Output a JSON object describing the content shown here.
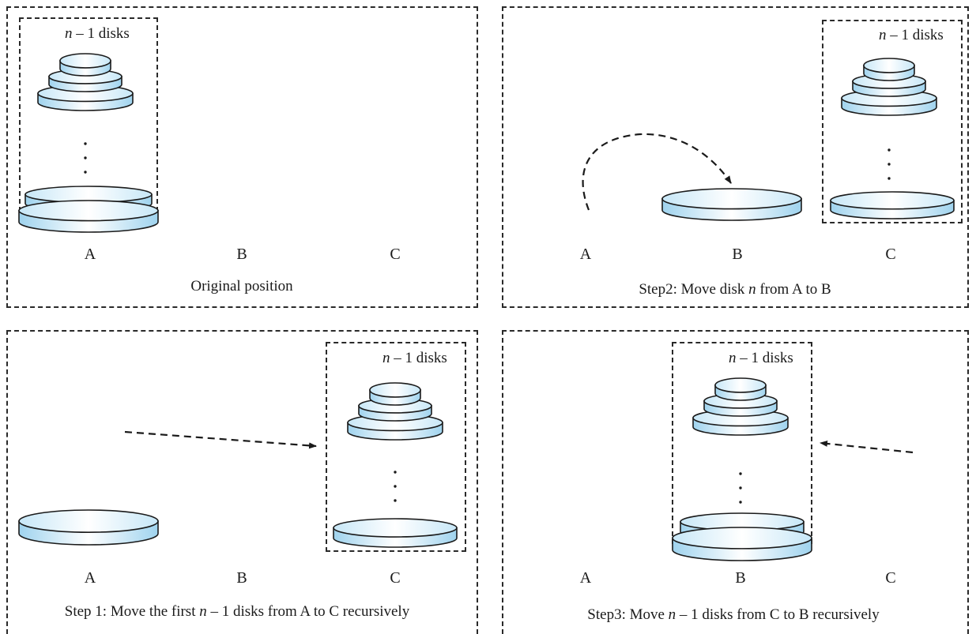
{
  "group_label": {
    "italic": "n",
    "rest": " – 1 disks"
  },
  "panels": {
    "original": {
      "pegs": [
        "A",
        "B",
        "C"
      ],
      "caption": "Original position"
    },
    "step2": {
      "pegs": [
        "A",
        "B",
        "C"
      ],
      "caption_prefix": "Step2: Move disk ",
      "caption_italic": "n",
      "caption_suffix": " from A to B"
    },
    "step1": {
      "pegs": [
        "A",
        "B",
        "C"
      ],
      "caption_prefix": "Step 1: Move the first ",
      "caption_italic": "n",
      "caption_suffix": " – 1 disks from A to C recursively"
    },
    "step3": {
      "pegs": [
        "A",
        "B",
        "C"
      ],
      "caption_prefix": "Step3: Move ",
      "caption_italic": "n",
      "caption_suffix": " – 1 disks from C to B recursively"
    }
  },
  "colors": {
    "disk_fill_light": "#ffffff",
    "disk_fill_mid": "#d8eef9",
    "disk_fill_dark": "#9fd3ee",
    "stroke": "#1a1a1a"
  }
}
